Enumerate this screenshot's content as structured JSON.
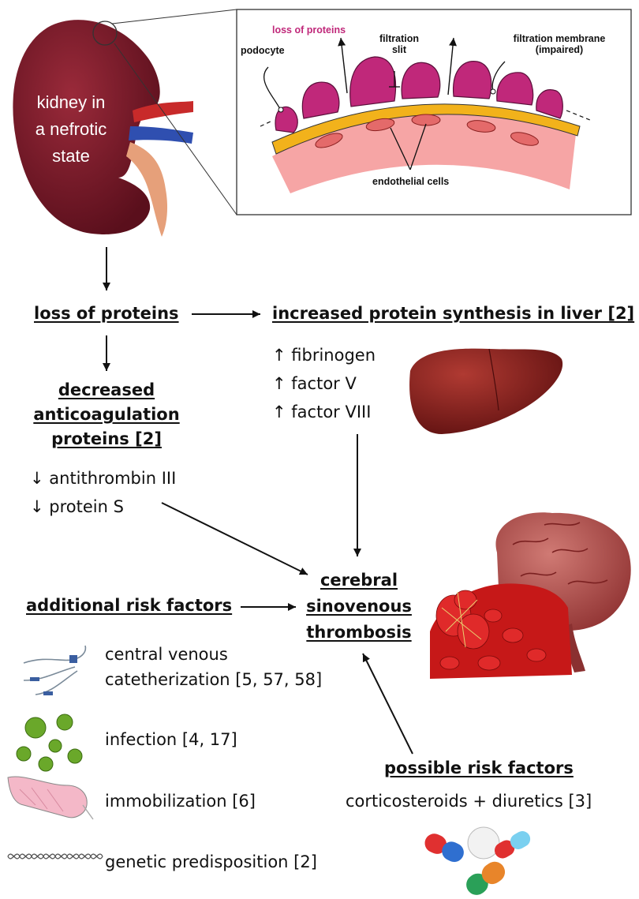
{
  "colors": {
    "kidney": "#7a1a2a",
    "podocyte": "#c0287a",
    "membrane": "#f2b21b",
    "endothelium": "#f6a5a5",
    "cell": "#e46a6a",
    "accent_text": "#c0287a",
    "liver": "#8a1f1f",
    "brain": "#b04a4a"
  },
  "icons": {
    "kidney": "kidney-icon",
    "liver": "liver-icon",
    "brain": "brain-thrombus-icon",
    "catheter": "catheter-icon",
    "virus": "virus-icon",
    "cast": "cast-icon",
    "dna": "dna-helix-icon",
    "pills": "pills-icon"
  },
  "kidney": {
    "label_lines": [
      "kidney in",
      "a nefrotic",
      "state"
    ]
  },
  "inset": {
    "loss_of_proteins": "loss of proteins",
    "podocyte": "podocyte",
    "filtration_slit_lines": [
      "filtration",
      "slit"
    ],
    "filtration_membrane_lines": [
      "filtration membrane",
      "(impaired)"
    ],
    "endothelial_cells": "endothelial cells"
  },
  "flow": {
    "loss_of_proteins": "loss of proteins",
    "increased_synthesis": "increased protein synthesis in liver [2]",
    "increased_items": [
      "↑ fibrinogen",
      "↑ factor V",
      "↑ factor VIII"
    ],
    "decreased_lines": [
      "decreased",
      "anticoagulation",
      "proteins [2]"
    ],
    "decreased_items": [
      "↓ antithrombin III",
      "↓ protein S"
    ],
    "csvt_lines": [
      "cerebral",
      "sinovenous",
      "thrombosis"
    ],
    "additional_title": "additional risk factors",
    "additional_items": [
      {
        "lines": [
          "central venous",
          "catetherization [5, 57, 58]"
        ]
      },
      {
        "lines": [
          "infection [4, 17]"
        ]
      },
      {
        "lines": [
          "immobilization [6]"
        ]
      },
      {
        "lines": [
          "genetic predisposition [2]"
        ]
      }
    ],
    "possible_title": "possible risk factors",
    "possible_item": "corticosteroids + diuretics [3]"
  }
}
